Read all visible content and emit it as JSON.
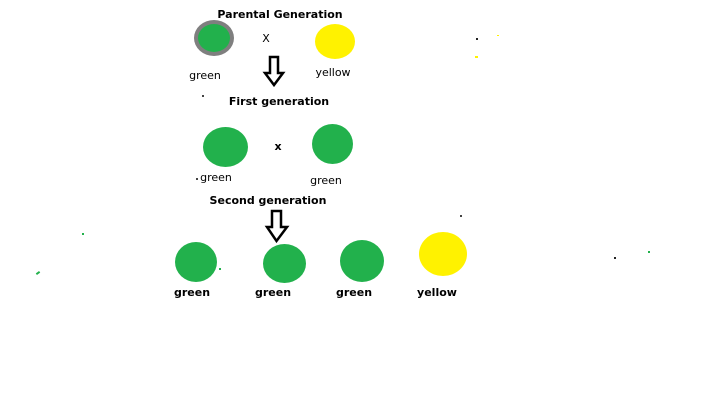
{
  "colors": {
    "green": "#22b14c",
    "yellow": "#fff200",
    "gray_outline": "#7f7f7f",
    "arrow_stroke": "#000000"
  },
  "parental": {
    "heading": "Parental Generation",
    "cross": "X",
    "left_label": "green",
    "right_label": "yellow"
  },
  "first": {
    "heading": "First generation",
    "cross": "x",
    "left_label": "green",
    "right_label": "green"
  },
  "second": {
    "heading": "Second generation",
    "labels": [
      "green",
      "green",
      "green",
      "yellow"
    ]
  }
}
